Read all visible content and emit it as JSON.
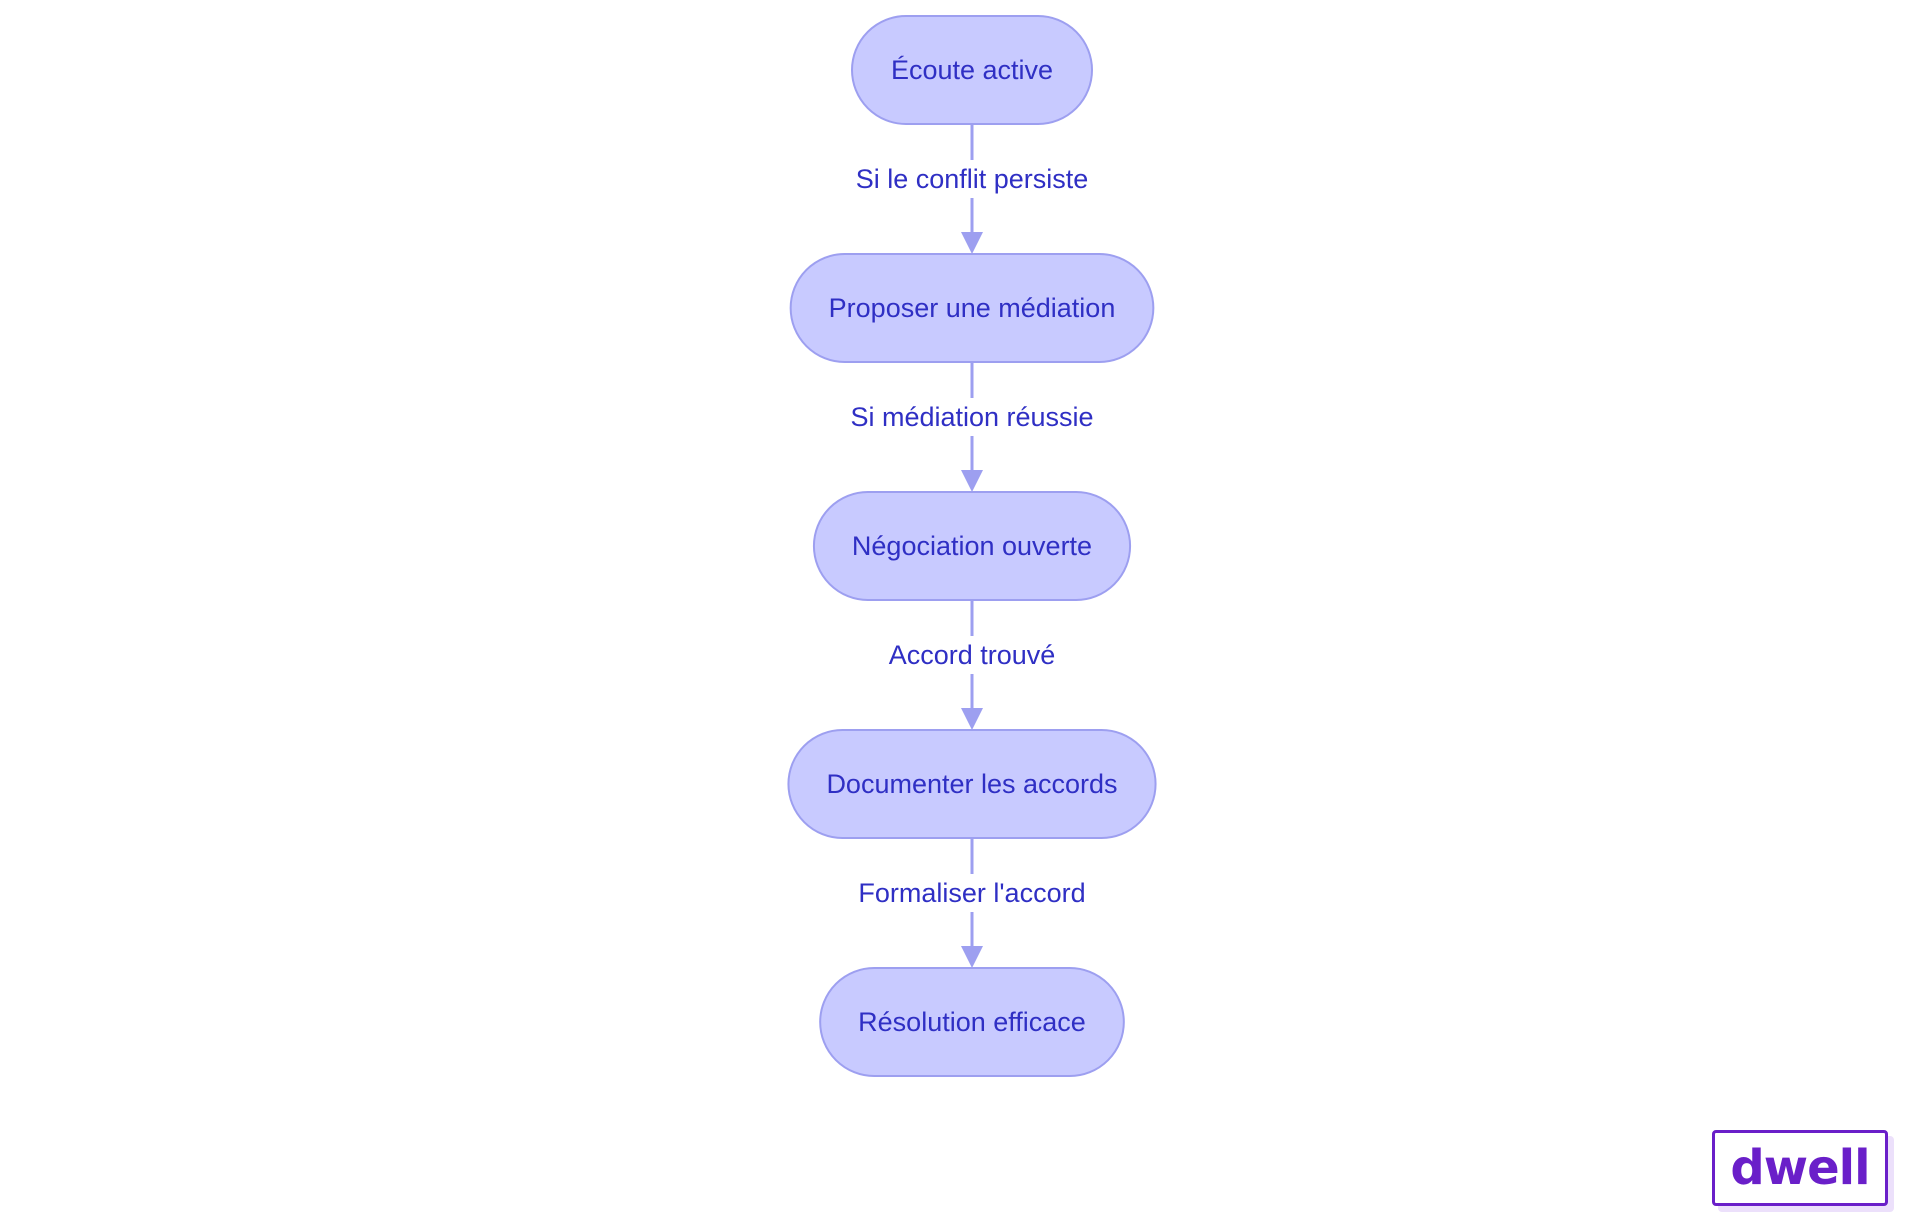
{
  "diagram": {
    "type": "flowchart",
    "direction": "top-to-bottom",
    "nodes": [
      {
        "id": "n1",
        "label": "Écoute active"
      },
      {
        "id": "n2",
        "label": "Proposer une médiation"
      },
      {
        "id": "n3",
        "label": "Négociation ouverte"
      },
      {
        "id": "n4",
        "label": "Documenter les accords"
      },
      {
        "id": "n5",
        "label": "Résolution efficace"
      }
    ],
    "edges": [
      {
        "from": "n1",
        "to": "n2",
        "label": "Si le conflit persiste"
      },
      {
        "from": "n2",
        "to": "n3",
        "label": "Si médiation réussie"
      },
      {
        "from": "n3",
        "to": "n4",
        "label": "Accord trouvé"
      },
      {
        "from": "n4",
        "to": "n5",
        "label": "Formaliser l'accord"
      }
    ]
  },
  "colors": {
    "node_fill": "#c8caff",
    "node_stroke": "#9d9ff0",
    "text": "#2f2fc4",
    "edge": "#9d9ff0",
    "logo": "#6a1fc9"
  },
  "logo": {
    "text": "dwell"
  }
}
